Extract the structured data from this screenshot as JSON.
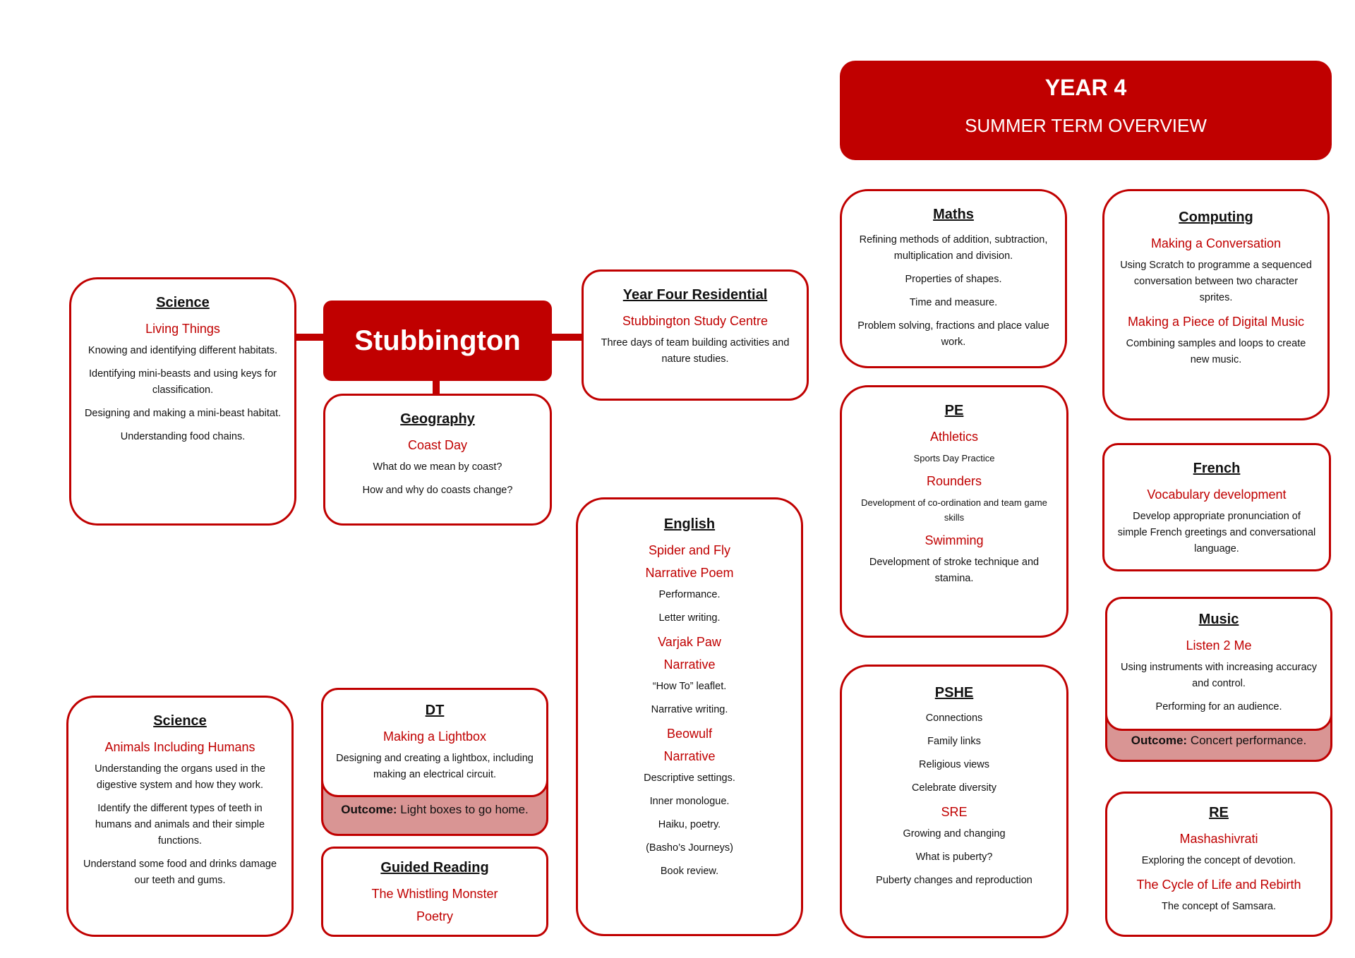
{
  "header": {
    "title": "YEAR 4",
    "subtitle": "SUMMER TERM OVERVIEW"
  },
  "hub": {
    "label": "Stubbington"
  },
  "cards": {
    "science_living": {
      "title": "Science",
      "subtitle": "Living Things",
      "items": [
        "Knowing and identifying different habitats.",
        "Identifying mini-beasts and using keys for classification.",
        "Designing and making a mini-beast habitat.",
        "Understanding food chains."
      ]
    },
    "geography": {
      "title": "Geography",
      "subtitle": "Coast Day",
      "items": [
        "What do we mean by coast?",
        "How and why do coasts change?"
      ]
    },
    "residential": {
      "title": "Year Four Residential",
      "subtitle": "Stubbington Study Centre",
      "items": [
        "Three days of team building activities and nature studies."
      ]
    },
    "english": {
      "title": "English",
      "sections": [
        {
          "subtitle": "Spider and Fly",
          "items": []
        },
        {
          "subtitle": "Narrative Poem",
          "items": [
            "Performance.",
            "Letter writing."
          ]
        },
        {
          "subtitle": "Varjak Paw",
          "items": []
        },
        {
          "subtitle": "Narrative",
          "items": [
            "“How To” leaflet.",
            "Narrative writing."
          ]
        },
        {
          "subtitle": "Beowulf",
          "items": []
        },
        {
          "subtitle": "Narrative",
          "items": [
            "Descriptive settings.",
            "Inner monologue.",
            "Haiku, poetry.",
            "(Basho’s Journeys)",
            "Book review."
          ]
        }
      ]
    },
    "science_animals": {
      "title": "Science",
      "subtitle": "Animals Including Humans",
      "items": [
        "Understanding the organs used in the digestive system and how they work.",
        "Identify the different types of teeth in humans and animals and their simple functions.",
        "Understand some food and drinks damage our teeth and gums."
      ]
    },
    "dt": {
      "title": "DT",
      "subtitle": "Making a Lightbox",
      "items": [
        "Designing and creating a lightbox, including making an electrical circuit."
      ],
      "outcome_label": "Outcome:",
      "outcome_text": " Light boxes to go home."
    },
    "guided_reading": {
      "title": "Guided Reading",
      "subtitles": [
        "The Whistling Monster",
        "Poetry"
      ]
    },
    "maths": {
      "title": "Maths",
      "items": [
        "Refining methods of addition, subtraction, multiplication and division.",
        "Properties of shapes.",
        "Time and measure.",
        "Problem solving, fractions and place value work."
      ]
    },
    "computing": {
      "title": "Computing",
      "sections": [
        {
          "subtitle": "Making a Conversation",
          "items": [
            "Using Scratch to programme a sequenced conversation between two character sprites."
          ]
        },
        {
          "subtitle": "Making a Piece of Digital Music",
          "items": [
            "Combining samples and loops to create new music."
          ]
        }
      ]
    },
    "pe": {
      "title": "PE",
      "sections": [
        {
          "subtitle": "Athletics",
          "items": [
            "Sports Day Practice"
          ]
        },
        {
          "subtitle": "Rounders",
          "items": [
            "Development of co-ordination and team game skills"
          ]
        },
        {
          "subtitle": "Swimming",
          "items": [
            "Development of stroke technique and stamina."
          ]
        }
      ]
    },
    "french": {
      "title": "French",
      "subtitle": "Vocabulary development",
      "items": [
        "Develop appropriate pronunciation of simple French greetings and conversational language."
      ]
    },
    "music": {
      "title": "Music",
      "subtitle": "Listen 2 Me",
      "items": [
        "Using instruments with increasing accuracy and control.",
        "Performing for an audience."
      ],
      "outcome_label": "Outcome:",
      "outcome_text": " Concert performance."
    },
    "pshe": {
      "title": "PSHE",
      "items": [
        "Connections",
        "Family links",
        "Religious views",
        "Celebrate diversity"
      ],
      "subtitle": "SRE",
      "items2": [
        "Growing and changing",
        "What is puberty?",
        "Puberty changes and reproduction"
      ]
    },
    "re": {
      "title": "RE",
      "sections": [
        {
          "subtitle": "Mashashivrati",
          "items": [
            "Exploring the concept of devotion."
          ]
        },
        {
          "subtitle": "The Cycle of Life and Rebirth",
          "items": [
            "The concept of Samsara."
          ]
        }
      ]
    }
  },
  "colors": {
    "accent": "#c00000",
    "outcome_fill": "#d99594"
  }
}
